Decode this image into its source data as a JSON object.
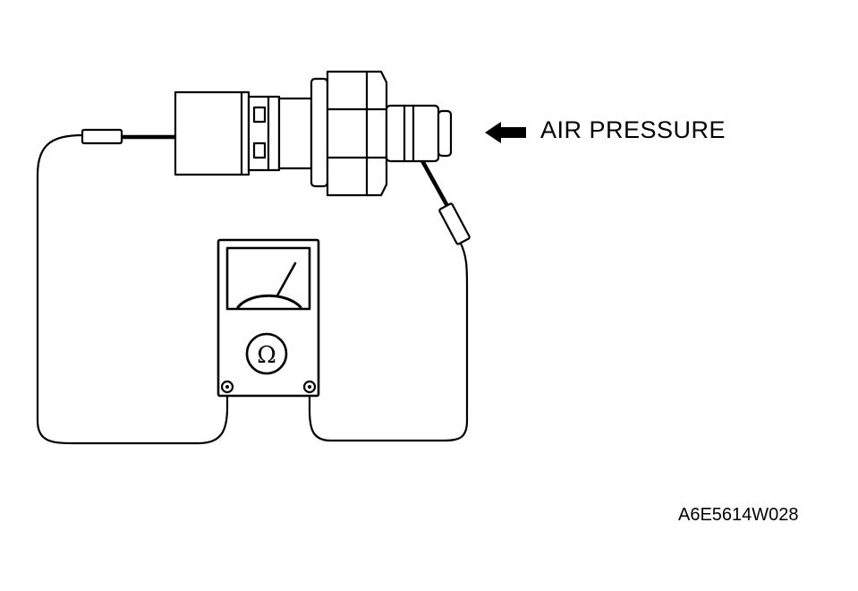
{
  "diagram": {
    "arrow_label": "AIR PRESSURE",
    "figure_code": "A6E5614W028",
    "meter_symbol": "Ω"
  },
  "colors": {
    "line": "#000000",
    "background": "#ffffff"
  },
  "icons": {
    "meter": "ohmmeter-icon",
    "arrow": "arrow-left-icon",
    "sensor": "pressure-switch-icon"
  }
}
